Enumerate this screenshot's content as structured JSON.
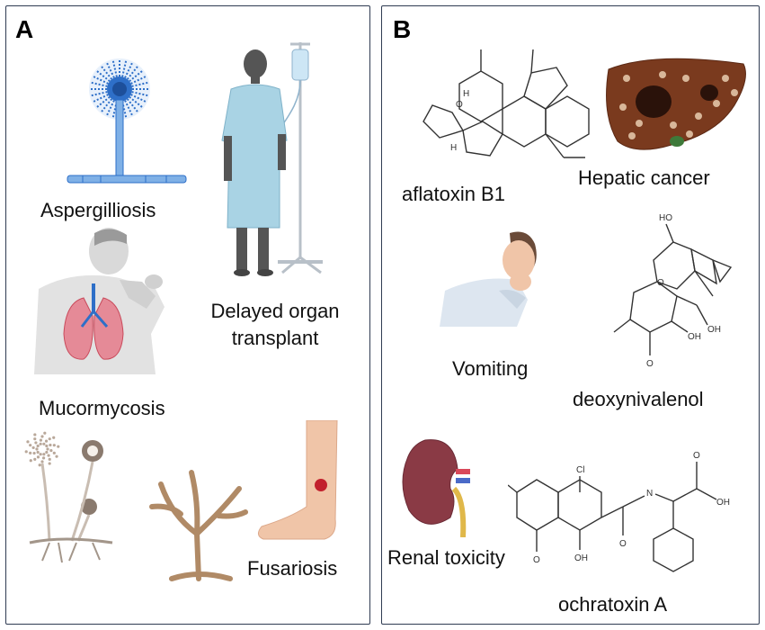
{
  "panels": {
    "a": {
      "label": "A",
      "aspergilliosis": "Aspergilliosis",
      "delayed_line1": "Delayed organ",
      "delayed_line2": "transplant",
      "mucormycosis": "Mucormycosis",
      "fusariosis": "Fusariosis"
    },
    "b": {
      "label": "B",
      "aflatoxin": "aflatoxin B1",
      "hepatic": "Hepatic cancer",
      "vomiting": "Vomiting",
      "deoxynivalenol": "deoxynivalenol",
      "renal": "Renal toxicity",
      "ochratoxin": "ochratoxin A"
    }
  },
  "chem_labels": {
    "h": "H",
    "oh": "OH",
    "ho": "HO",
    "cl": "Cl",
    "o": "O",
    "n": "N"
  },
  "colors": {
    "border": "#2f3b52",
    "aspergillus": "#2e6fc8",
    "lung": "#d9485a",
    "skin": "#f0c5a8",
    "liver": "#7a3a1e",
    "kidney": "#8a3a45",
    "gown": "#a9d3e4"
  }
}
